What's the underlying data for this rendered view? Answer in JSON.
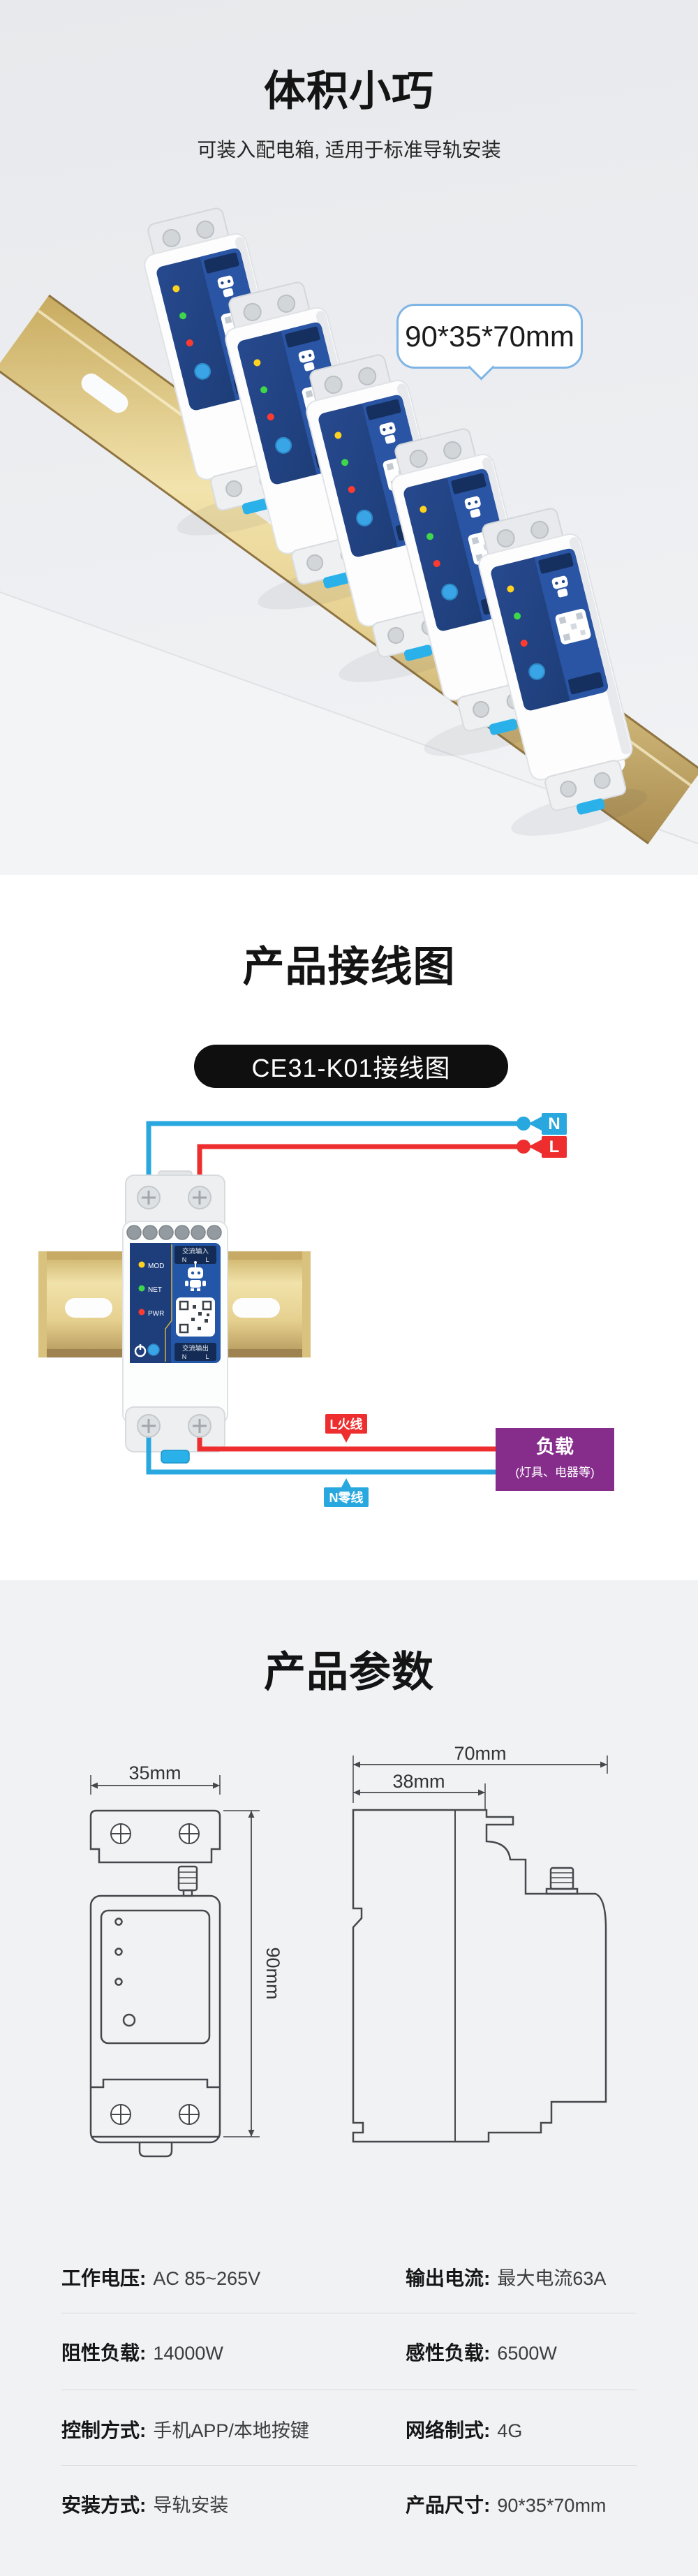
{
  "top": {
    "title": "体积小巧",
    "subtitle": "可装入配电箱, 适用于标准导轨安装",
    "dimension_bubble": "90*35*70mm"
  },
  "wiring": {
    "title": "产品接线图",
    "model_badge": "CE31-K01接线图",
    "neutral_badge": "N",
    "live_badge": "L",
    "panel": {
      "led_mod": "MOD",
      "led_net": "NET",
      "led_pwr": "PWR",
      "input_label": "交流输入",
      "output_label": "交流输出",
      "terminal_n": "N",
      "terminal_l": "L"
    },
    "live_wire_label": "L火线",
    "neutral_wire_label": "N零线",
    "load_title": "负载",
    "load_subtitle": "(灯具、电器等)"
  },
  "params": {
    "title": "产品参数",
    "dimensions": {
      "front_width": "35mm",
      "front_height": "90mm",
      "side_depth": "70mm",
      "side_body_depth": "38mm"
    },
    "specs": [
      {
        "label": "工作电压:",
        "value": "AC 85~265V"
      },
      {
        "label": "输出电流:",
        "value": "最大电流63A"
      },
      {
        "label": "阻性负载:",
        "value": "14000W"
      },
      {
        "label": "感性负载:",
        "value": "6500W"
      },
      {
        "label": "控制方式:",
        "value": "手机APP/本地按键"
      },
      {
        "label": "网络制式:",
        "value": "4G"
      },
      {
        "label": "安装方式:",
        "value": "导轨安装"
      },
      {
        "label": "产品尺寸:",
        "value": "90*35*70mm"
      }
    ]
  },
  "colors": {
    "accent_blue": "#29a8e0",
    "accent_red": "#ee2e2e",
    "panel_navy": "#1d3e7b",
    "panel_blue": "#2456a8",
    "rail_gold": "#e6d296",
    "load_purple": "#862d8c",
    "badge_black": "#0f0f0f",
    "section_gray": "#f1f2f4"
  }
}
